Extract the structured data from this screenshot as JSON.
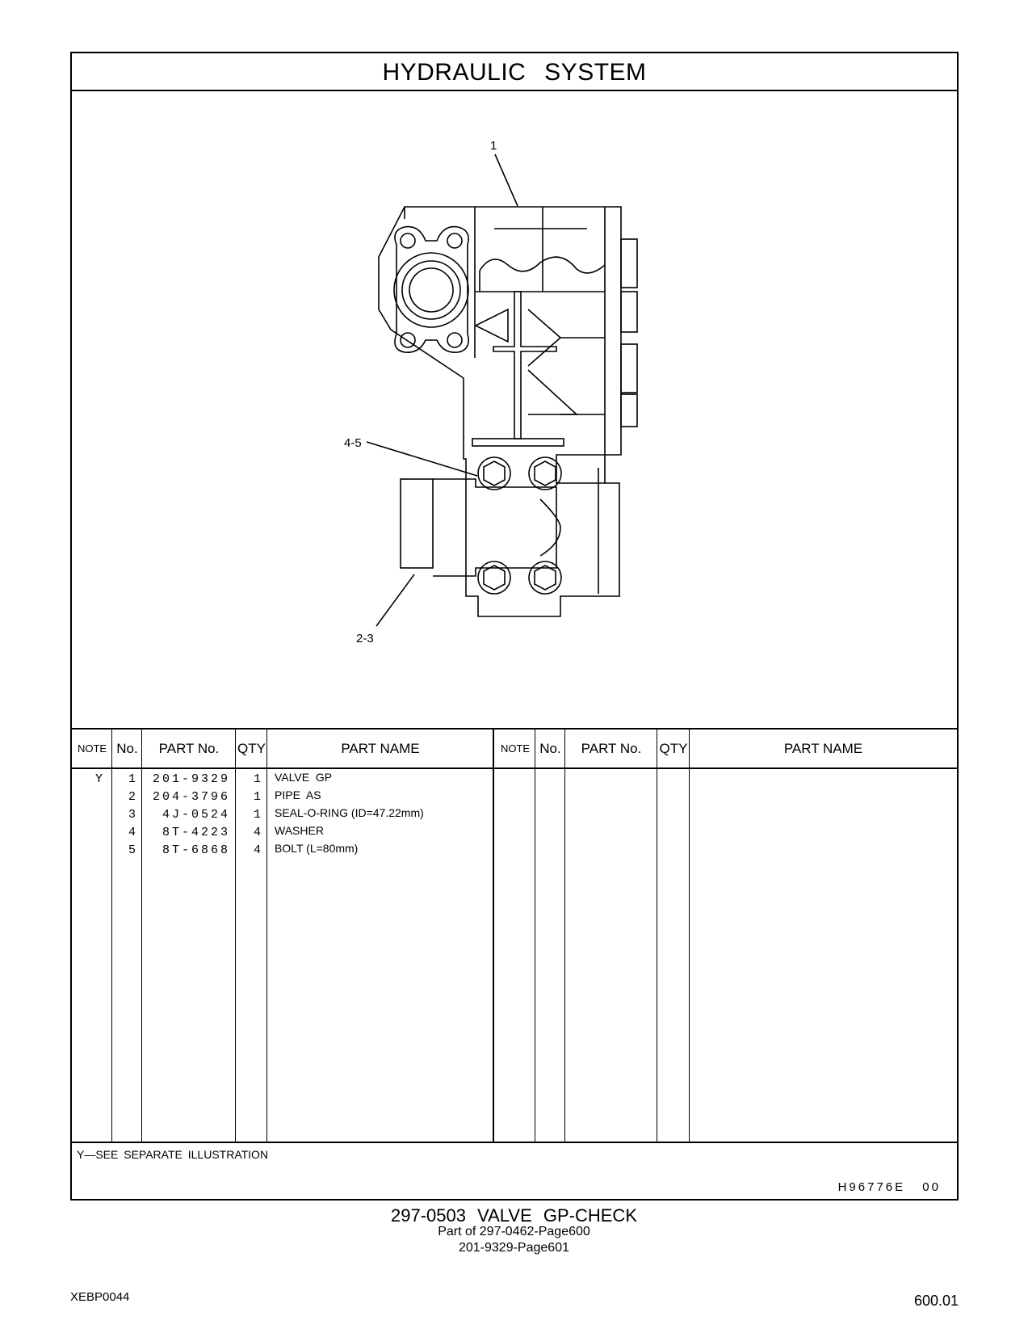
{
  "header": {
    "title": "HYDRAULIC SYSTEM"
  },
  "callouts": [
    "1",
    "4-5",
    "2-3"
  ],
  "table": {
    "columns": [
      "NOTE",
      "No.",
      "PART No.",
      "QTY",
      "PART NAME"
    ],
    "rows": [
      {
        "note": "Y",
        "no": "1",
        "part_no": "201-9329",
        "qty": "1",
        "name": "VALVE  GP"
      },
      {
        "note": "",
        "no": "2",
        "part_no": "204-3796",
        "qty": "1",
        "name": "PIPE  AS"
      },
      {
        "note": "",
        "no": "3",
        "part_no": "4J-0524",
        "qty": "1",
        "name": "SEAL-O-RING (ID=47.22mm)"
      },
      {
        "note": "",
        "no": "4",
        "part_no": "8T-4223",
        "qty": "4",
        "name": "WASHER"
      },
      {
        "note": "",
        "no": "5",
        "part_no": "8T-6868",
        "qty": "4",
        "name": "BOLT (L=80mm)"
      }
    ]
  },
  "footnote": "Y—SEE  SEPARATE  ILLUSTRATION",
  "drawing_code": "H96776E  00",
  "caption": {
    "line1": "297-0503  VALVE  GP-CHECK",
    "line2": "Part of 297-0462-Page600",
    "line3": "201-9329-Page601"
  },
  "footer": {
    "left": "XEBP0044",
    "right": "600.01"
  }
}
